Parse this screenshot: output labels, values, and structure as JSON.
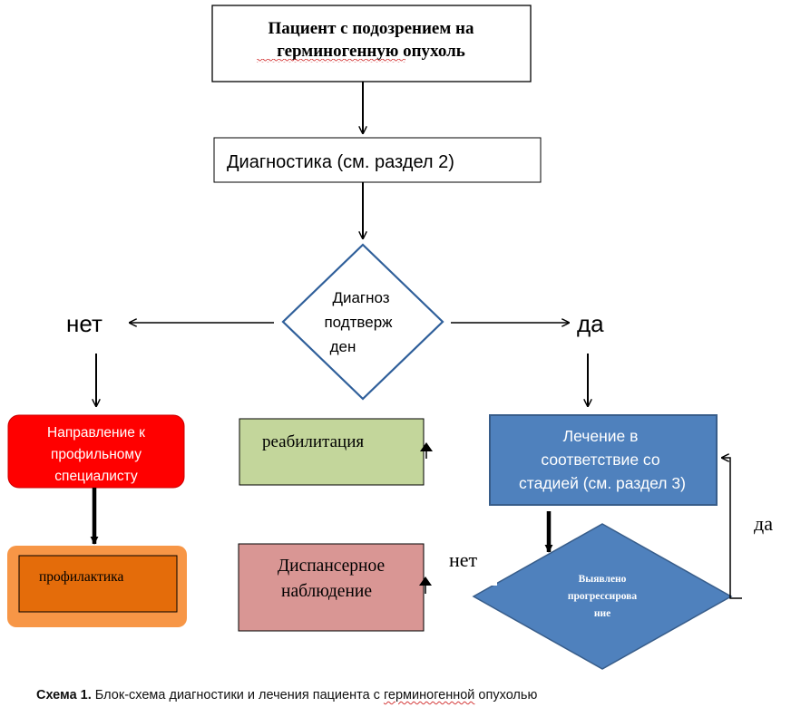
{
  "nodes": {
    "patient": {
      "line1": "Пациент с подозрением на",
      "line2": "герминогенную опухоль"
    },
    "diagnostics": {
      "label": "Диагностика (см. раздел  2)"
    },
    "confirmed": {
      "line1": "Диагноз",
      "line2": "подтверж",
      "line3": "ден"
    },
    "referral": {
      "line1": "Направление к",
      "line2": "профильному",
      "line3": "специалисту"
    },
    "prevention": {
      "label": "профилактика"
    },
    "rehab": {
      "label": "реабилитация"
    },
    "followup": {
      "line1": "Диспансерное",
      "line2": "наблюдение"
    },
    "treatment": {
      "line1": "Лечение в",
      "line2": "соответствие со",
      "line3": "стадией (см. раздел 3)"
    },
    "progression": {
      "line1": "Выявлено",
      "line2": "прогрессирова",
      "line3": "ние"
    }
  },
  "edge_labels": {
    "no_left": "нет",
    "yes_right": "да",
    "no_bottom": "нет",
    "yes_loop": "да"
  },
  "caption": {
    "bold": "Схема 1.",
    "text": " Блок-схема диагностики и лечения пациента с ",
    "squiggle": "герминогенной",
    "tail": " опухолью"
  },
  "colors": {
    "diamond_stroke": "#2f5f9a",
    "referral_fill": "#ff0000",
    "prevention_outer": "#f79646",
    "prevention_inner": "#e46c0a",
    "rehab_fill": "#c3d69b",
    "followup_fill": "#d99694",
    "treatment_fill": "#4f81bd",
    "progression_fill": "#4f81bd"
  }
}
